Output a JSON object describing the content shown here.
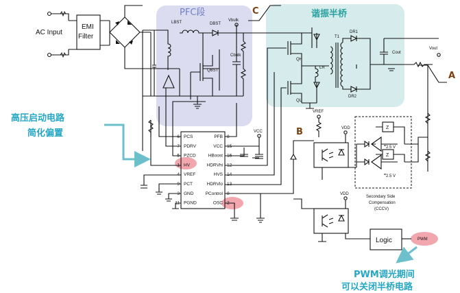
{
  "labels": {
    "ac_input": "AC Input",
    "emi_line1": "EMI",
    "emi_line2": "Filter",
    "pfc_title": "PFC段",
    "resonant_title": "谐振半桥",
    "left_note_line1": "高压启动电路",
    "left_note_line2": "简化偏置",
    "pwm_note_line1": "PWM调光期间",
    "pwm_note_line2": "可以关闭半桥电路",
    "marker_a": "A",
    "marker_b": "B",
    "marker_c": "C",
    "vbulk": "Vbulk",
    "vout": "Vout",
    "lbst": "LBST",
    "dbst": "DBST",
    "cbulk": "Cbulk",
    "qbst": "QBST",
    "qh": "QH",
    "ql": "QL",
    "lr": "LR",
    "t1": "T1",
    "dr1": "DR1",
    "dr2": "DR2",
    "cout": "Cout",
    "vref_top": "VREF",
    "vdd_top": "VDD",
    "vdd_bottom": "VDD",
    "vcc": "VCC",
    "z": "Z",
    "ref_voltage": "2.5 V",
    "secondary_line1": "Secondary Side",
    "secondary_line2": "Compensation",
    "secondary_line3": "(CCCV)",
    "logic": "Logic",
    "pwm": "PWM"
  },
  "ic_pins_left": [
    {
      "num": "6",
      "name": "PCS"
    },
    {
      "num": "7",
      "name": "PDRV"
    },
    {
      "num": "5",
      "name": "PZCD"
    },
    {
      "num": "1",
      "name": "HV"
    },
    {
      "num": "4",
      "name": "VREF"
    },
    {
      "num": "9",
      "name": "PCT"
    },
    {
      "num": "3",
      "name": "GND"
    },
    {
      "num": "11",
      "name": "PGND"
    }
  ],
  "ic_pins_right": [
    {
      "num": "8",
      "name": "PFB"
    },
    {
      "num": "15",
      "name": "VCC"
    },
    {
      "num": "16",
      "name": "HBoost"
    },
    {
      "num": "12",
      "name": "HDRVhi"
    },
    {
      "num": "14",
      "name": "HVS"
    },
    {
      "num": "13",
      "name": "HDRVlo"
    },
    {
      "num": "8",
      "name": "PControl"
    },
    {
      "num": "2",
      "name": "OSC"
    }
  ],
  "colors": {
    "pfc_region": "#dcdcf0",
    "resonant_region": "#d6ecec",
    "highlight": "#f2a6ae",
    "note_text": "#25a7c4",
    "arrow": "#6cc0cc",
    "marker_text": "#7a4010"
  }
}
